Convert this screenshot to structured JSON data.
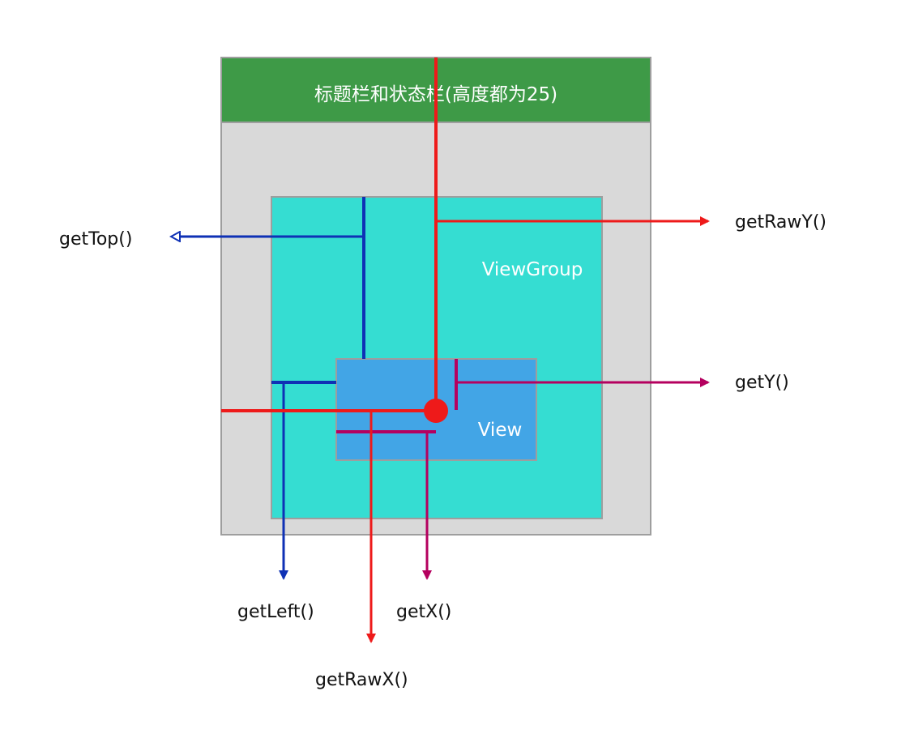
{
  "title_bar": {
    "text": "标题栏和状态栏(高度都为25)"
  },
  "boxes": {
    "viewgroup_label": "ViewGroup",
    "view_label": "View"
  },
  "labels": {
    "get_top": "getTop()",
    "get_raw_y": "getRawY()",
    "get_y": "getY()",
    "get_left": "getLeft()",
    "get_x": "getX()",
    "get_raw_x": "getRawX()"
  },
  "colors": {
    "screen_fill": "#d9d9d9",
    "screen_border": "#9e9e9e",
    "title_bar": "#3e9a47",
    "viewgroup": "#35ddd2",
    "view": "#42a5e6",
    "red": "#ee1a1a",
    "blue": "#0f31b5",
    "magenta": "#b5005f"
  }
}
